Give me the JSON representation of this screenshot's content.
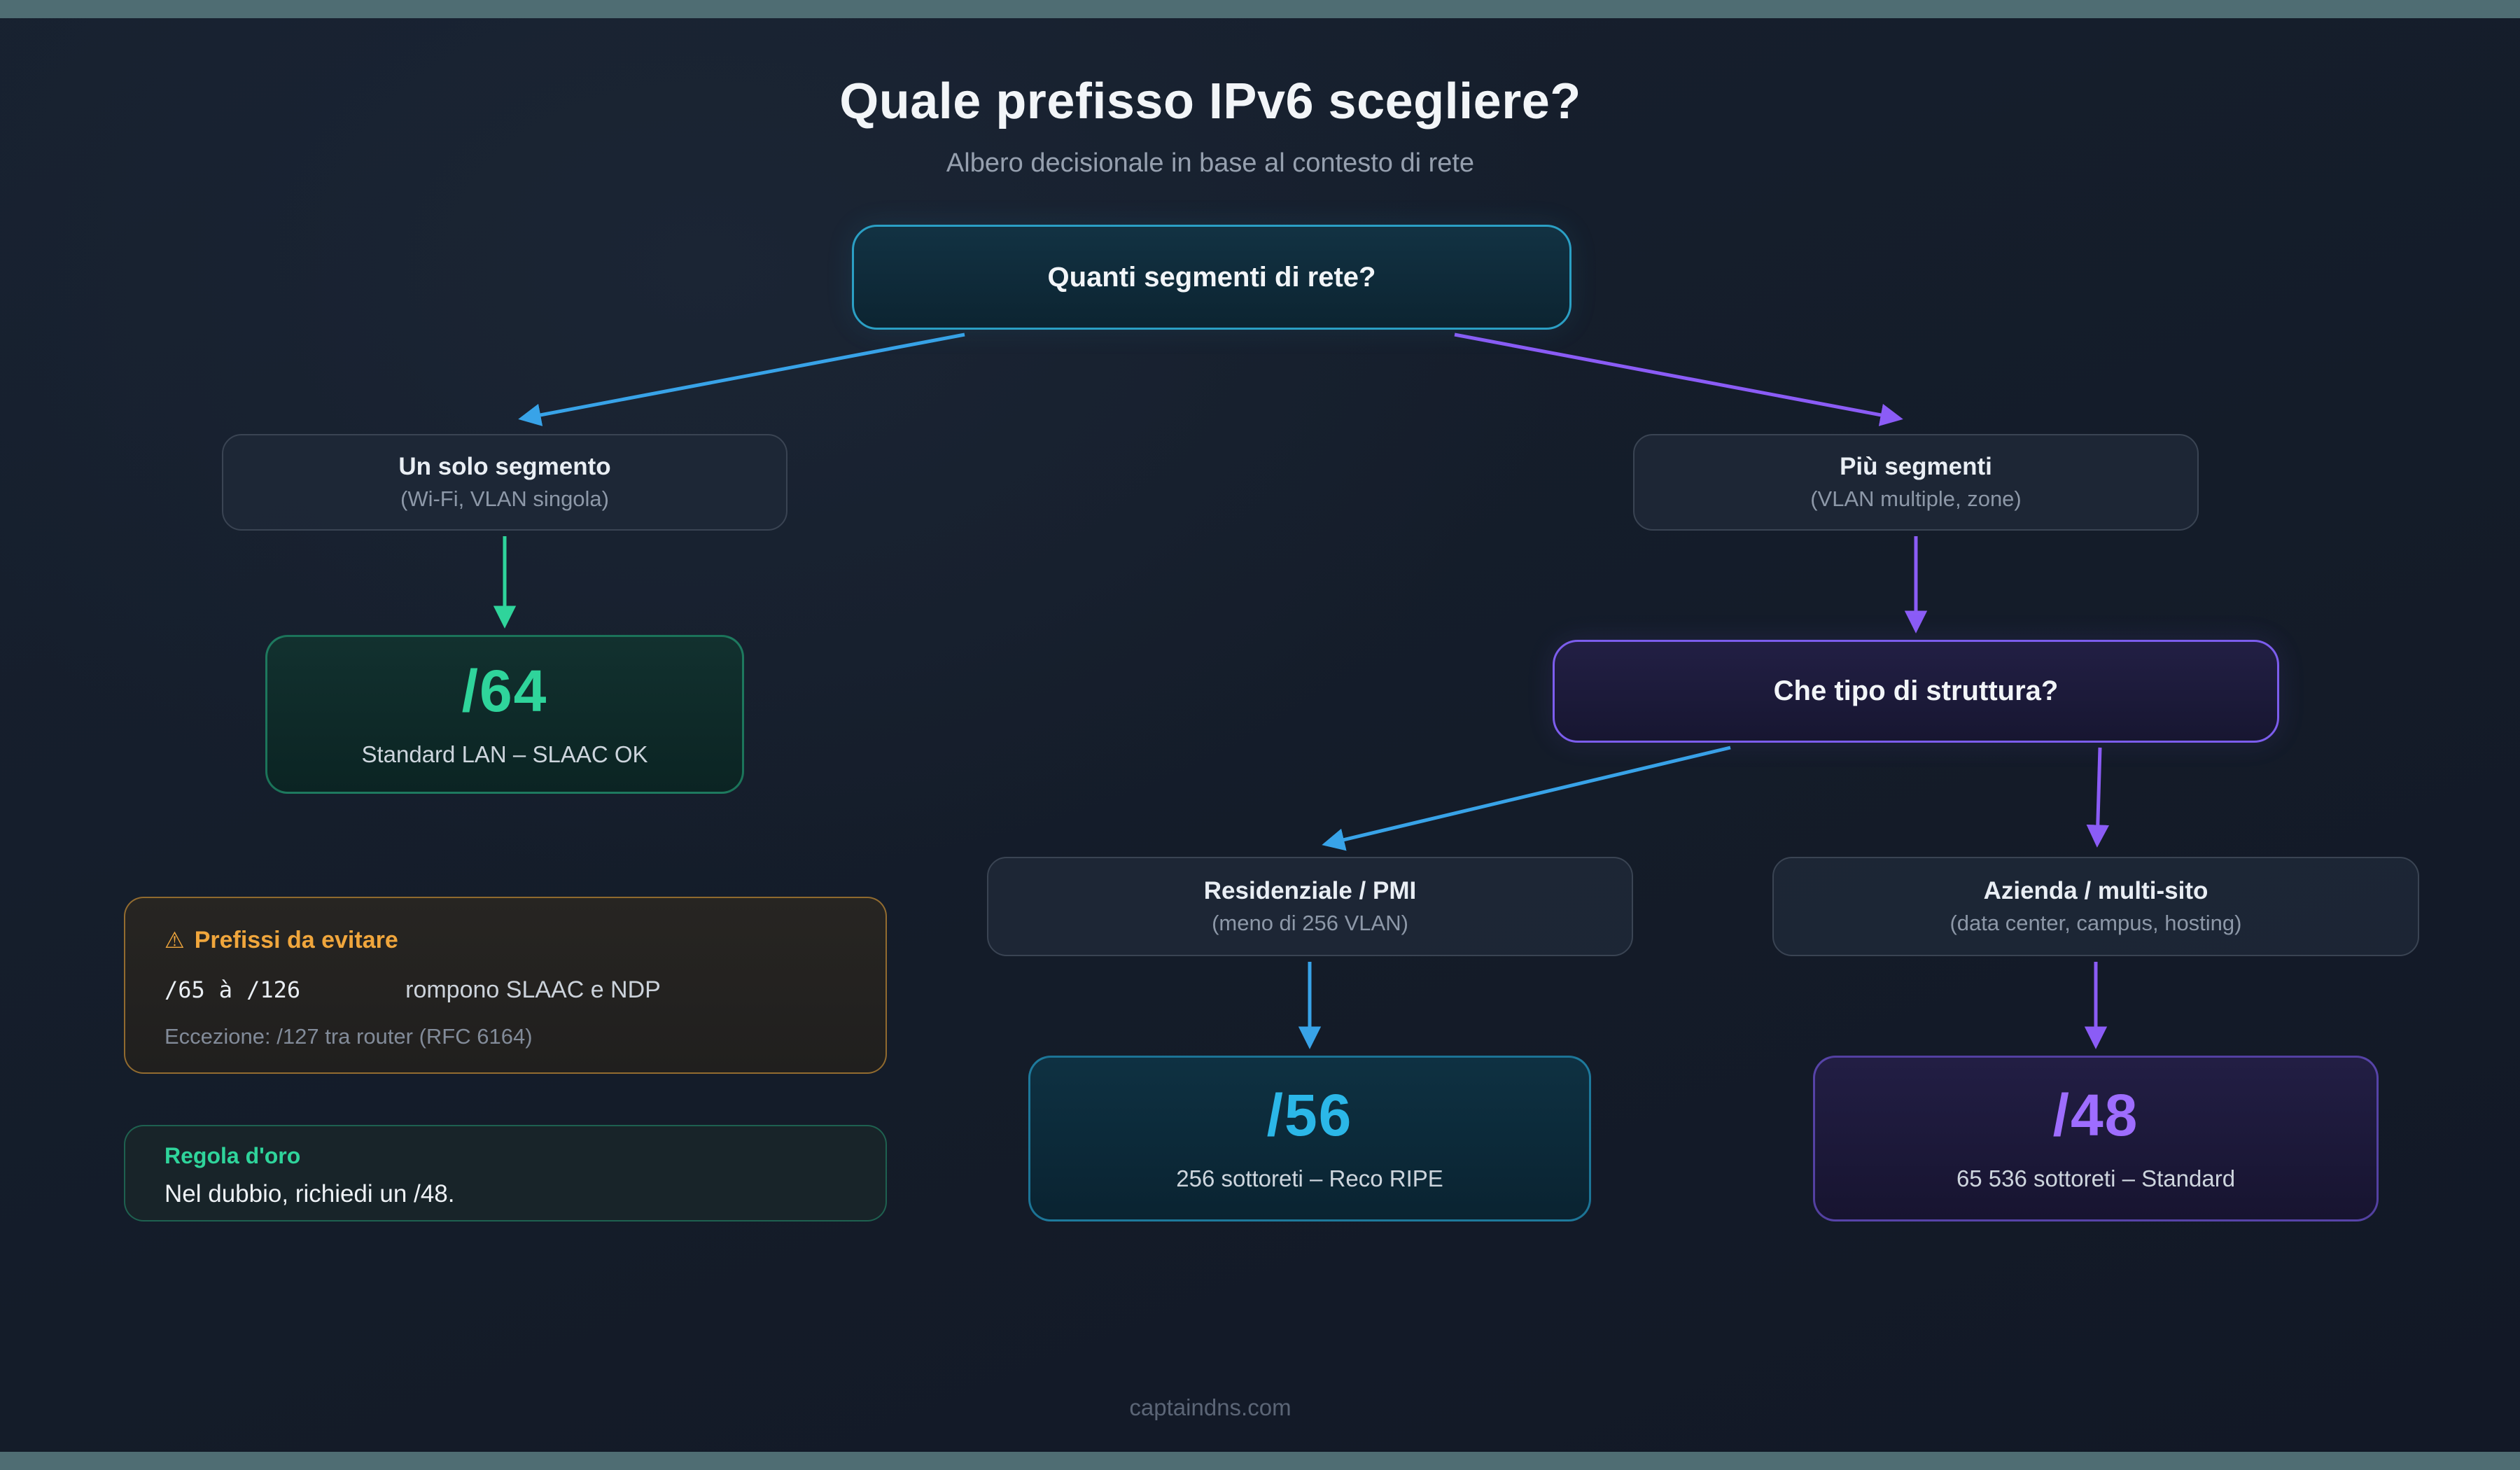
{
  "page": {
    "title": "Quale prefisso IPv6 scegliere?",
    "subtitle": "Albero decisionale in base al contesto di rete",
    "footer": "captaindns.com"
  },
  "tree": {
    "root": {
      "label": "Quanti segmenti di rete?"
    },
    "single_segment": {
      "title": "Un solo segmento",
      "subtitle": "(Wi-Fi, VLAN singola)"
    },
    "multi_segment": {
      "title": "Più segmenti",
      "subtitle": "(VLAN multiple, zone)"
    },
    "leaf_64": {
      "value": "/64",
      "caption": "Standard LAN – SLAAC OK"
    },
    "structure": {
      "label": "Che tipo di struttura?"
    },
    "residential": {
      "title": "Residenziale / PMI",
      "subtitle": "(meno di 256 VLAN)"
    },
    "enterprise": {
      "title": "Azienda / multi-sito",
      "subtitle": "(data center, campus, hosting)"
    },
    "leaf_56": {
      "value": "/56",
      "caption": "256 sottoreti – Reco RIPE"
    },
    "leaf_48": {
      "value": "/48",
      "caption": "65 536 sottoreti – Standard"
    }
  },
  "panels": {
    "avoid": {
      "icon": "⚠",
      "title": "Prefissi da evitare",
      "range_start": "/65",
      "range_sep": "à",
      "range_end": "/126",
      "consequence": "rompono SLAAC e NDP",
      "exception": "Eccezione: /127 tra router (RFC 6164)"
    },
    "golden": {
      "title": "Regola d'oro",
      "text": "Nel dubbio, richiedi un /48."
    }
  },
  "colors": {
    "frame_strip": "#4f6d73",
    "edge_blue": "#38a3e8",
    "edge_purple": "#8b5cf6",
    "edge_green": "#2fd49b",
    "accent_green": "#2fd49b",
    "accent_cyan": "#2bb7e8",
    "accent_purple": "#9e6dff",
    "accent_amber": "#f0a63c",
    "node_border_teal": "#2b9fc4",
    "node_border_purple": "#7c5ded",
    "text_primary": "#f2f5f8",
    "text_secondary": "#96a0af",
    "text_muted": "#828b99",
    "footer_text": "#5b6576"
  }
}
